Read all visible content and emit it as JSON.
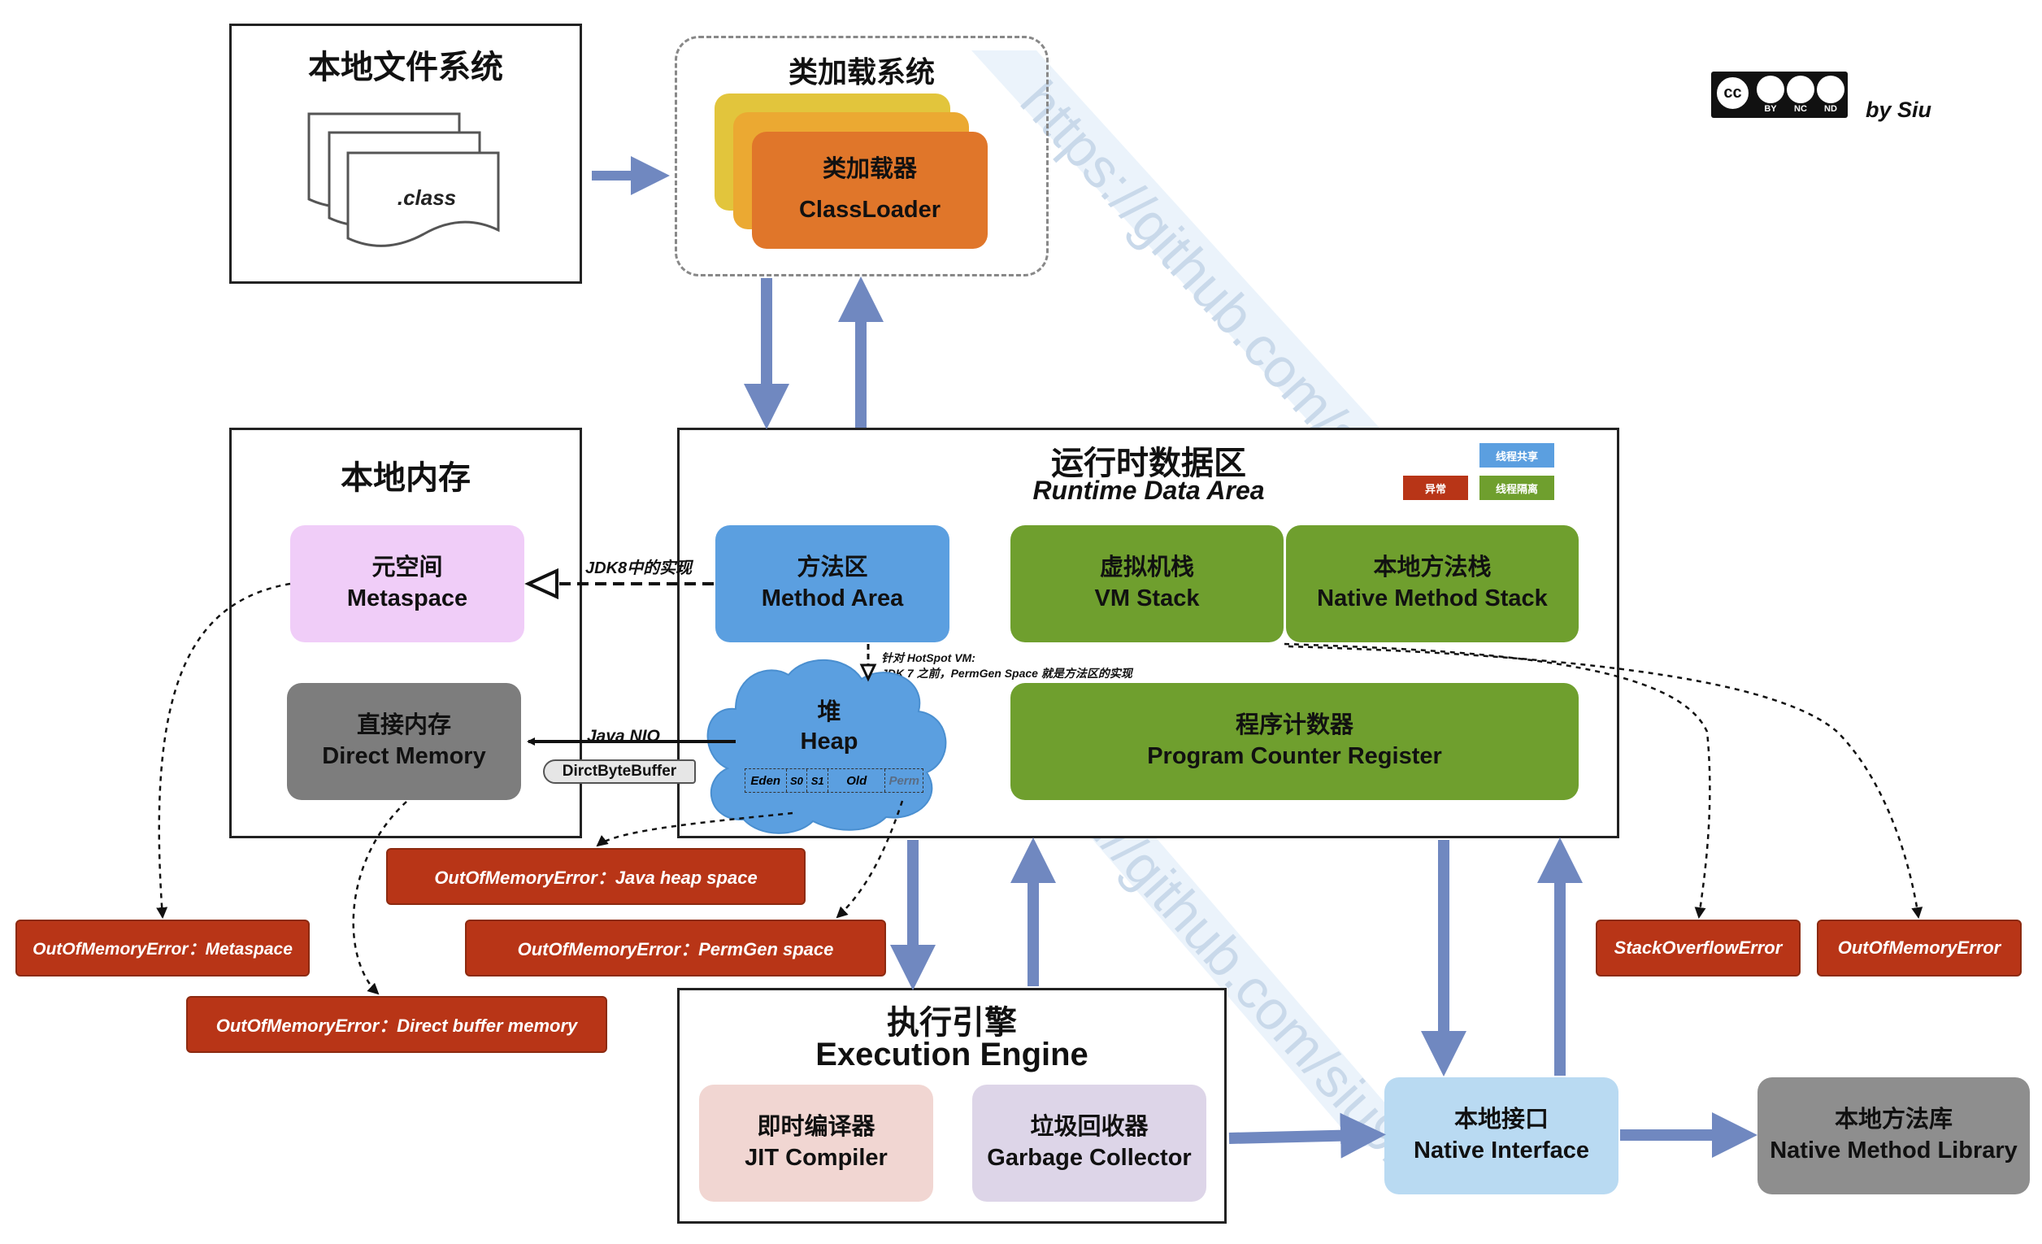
{
  "local_fs": {
    "title": "本地文件系统",
    "file_label": ".class"
  },
  "class_loading": {
    "title": "类加载系统",
    "loader_zh": "类加载器",
    "loader_en": "ClassLoader"
  },
  "license": {
    "icon": "cc-by-nc-nd-icon",
    "cc": "cc",
    "by": "BY",
    "nc": "NC",
    "nd": "ND",
    "author": "by Siu"
  },
  "runtime": {
    "title_zh": "运行时数据区",
    "title_en": "Runtime Data Area",
    "legend": {
      "shared": "线程共享",
      "error": "异常",
      "isolated": "线程隔离"
    },
    "method_area": {
      "zh": "方法区",
      "en": "Method Area"
    },
    "heap": {
      "zh": "堆",
      "en": "Heap",
      "regions": [
        "Eden",
        "S0",
        "S1",
        "Old",
        "Perm"
      ]
    },
    "vm_stack": {
      "zh": "虚拟机栈",
      "en": "VM Stack"
    },
    "native_stack": {
      "zh": "本地方法栈",
      "en": "Native Method Stack"
    },
    "pc_register": {
      "zh": "程序计数器",
      "en": "Program Counter Register"
    },
    "hotspot_note_1": "针对 HotSpot VM:",
    "hotspot_note_2": "JDK 7 之前，PermGen Space 就是方法区的实现"
  },
  "native_memory": {
    "title": "本地内存",
    "metaspace": {
      "zh": "元空间",
      "en": "Metaspace"
    },
    "direct_memory": {
      "zh": "直接内存",
      "en": "Direct Memory"
    }
  },
  "labels": {
    "jdk8": "JDK8中的实现",
    "java_nio": "Java NIO",
    "direct_byte_buffer": "DirctByteBuffer"
  },
  "errors": {
    "heap_space": "OutOfMemoryError：Java heap space",
    "permgen": "OutOfMemoryError：PermGen space",
    "metaspace": "OutOfMemoryError：Metaspace",
    "direct_buffer": "OutOfMemoryError：Direct buffer memory",
    "stack_overflow": "StackOverflowError",
    "oom": "OutOfMemoryError"
  },
  "execution_engine": {
    "title_zh": "执行引擎",
    "title_en": "Execution Engine",
    "jit": {
      "zh": "即时编译器",
      "en": "JIT Compiler"
    },
    "gc": {
      "zh": "垃圾回收器",
      "en": "Garbage Collector"
    }
  },
  "native_interface": {
    "zh": "本地接口",
    "en": "Native Interface"
  },
  "native_library": {
    "zh": "本地方法库",
    "en": "Native Method Library"
  },
  "watermark": "https://github.com/siu91",
  "colors": {
    "arrow_blue": "#7088c0",
    "method_area": "#5b9fe0",
    "green": "#6f9f2e",
    "metaspace": "#f0cdf8",
    "direct_memory": "#7d7d7d",
    "error": "#b83517",
    "jit": "#f1d6d2",
    "gc": "#ddd5e8",
    "native_interface": "#b9daf2",
    "native_library": "#8e8e8e",
    "loader_front": "#e0762a",
    "loader_mid": "#eba932",
    "loader_back": "#e2c53c"
  }
}
